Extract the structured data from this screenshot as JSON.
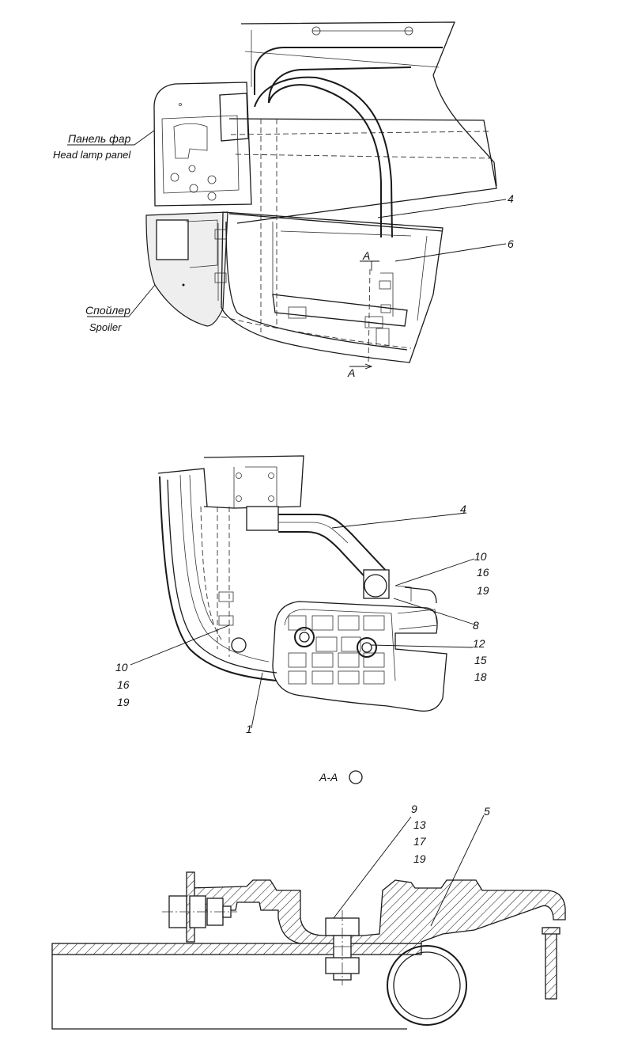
{
  "labels": {
    "headlamp_ru": "Панель фар",
    "headlamp_en": "Head lamp panel",
    "spoiler_ru": "Спойлер",
    "spoiler_en": "Spoiler",
    "section_mark_top": "А",
    "section_mark_bottom": "А",
    "section_title": "А-А",
    "callout_4_top": "4",
    "callout_6": "6",
    "callout_4_mid": "4",
    "callout_10_right": "10",
    "callout_16_right": "16",
    "callout_19_right": "19",
    "callout_8": "8",
    "callout_12": "12",
    "callout_15": "15",
    "callout_18": "18",
    "callout_10_left": "10",
    "callout_16_left": "16",
    "callout_19_left": "19",
    "callout_1": "1",
    "callout_9": "9",
    "callout_13": "13",
    "callout_17": "17",
    "callout_19_sec": "19",
    "callout_5": "5"
  }
}
